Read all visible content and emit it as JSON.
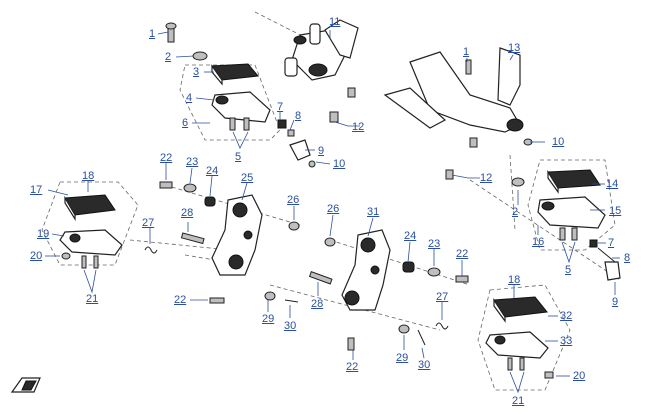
{
  "callouts": [
    {
      "id": "c1a",
      "text": "1"
    },
    {
      "id": "c2a",
      "text": "2"
    },
    {
      "id": "c3",
      "text": "3"
    },
    {
      "id": "c4",
      "text": "4"
    },
    {
      "id": "c6",
      "text": "6"
    },
    {
      "id": "c7a",
      "text": "7"
    },
    {
      "id": "c8a",
      "text": "8"
    },
    {
      "id": "c5a",
      "text": "5"
    },
    {
      "id": "c9a",
      "text": "9"
    },
    {
      "id": "c10a",
      "text": "10"
    },
    {
      "id": "c11",
      "text": "11"
    },
    {
      "id": "c12a",
      "text": "12"
    },
    {
      "id": "c1b",
      "text": "1"
    },
    {
      "id": "c13",
      "text": "13"
    },
    {
      "id": "c10b",
      "text": "10"
    },
    {
      "id": "c12b",
      "text": "12"
    },
    {
      "id": "c14",
      "text": "14"
    },
    {
      "id": "c2b",
      "text": "2"
    },
    {
      "id": "c15",
      "text": "15"
    },
    {
      "id": "c16",
      "text": "16"
    },
    {
      "id": "c7b",
      "text": "7"
    },
    {
      "id": "c8b",
      "text": "8"
    },
    {
      "id": "c5b",
      "text": "5"
    },
    {
      "id": "c9b",
      "text": "9"
    },
    {
      "id": "c17",
      "text": "17"
    },
    {
      "id": "c18a",
      "text": "18"
    },
    {
      "id": "c19",
      "text": "19"
    },
    {
      "id": "c20a",
      "text": "20"
    },
    {
      "id": "c21a",
      "text": "21"
    },
    {
      "id": "c22a",
      "text": "22"
    },
    {
      "id": "c23a",
      "text": "23"
    },
    {
      "id": "c24a",
      "text": "24"
    },
    {
      "id": "c25",
      "text": "25"
    },
    {
      "id": "c27a",
      "text": "27"
    },
    {
      "id": "c28a",
      "text": "28"
    },
    {
      "id": "c26a",
      "text": "26"
    },
    {
      "id": "c22b",
      "text": "22"
    },
    {
      "id": "c29a",
      "text": "29"
    },
    {
      "id": "c30a",
      "text": "30"
    },
    {
      "id": "c26b",
      "text": "26"
    },
    {
      "id": "c31",
      "text": "31"
    },
    {
      "id": "c24b",
      "text": "24"
    },
    {
      "id": "c23b",
      "text": "23"
    },
    {
      "id": "c22c",
      "text": "22"
    },
    {
      "id": "c28b",
      "text": "28"
    },
    {
      "id": "c27b",
      "text": "27"
    },
    {
      "id": "c18b",
      "text": "18"
    },
    {
      "id": "c32",
      "text": "32"
    },
    {
      "id": "c33",
      "text": "33"
    },
    {
      "id": "c22d",
      "text": "22"
    },
    {
      "id": "c29b",
      "text": "29"
    },
    {
      "id": "c30b",
      "text": "30"
    },
    {
      "id": "c20b",
      "text": "20"
    },
    {
      "id": "c21b",
      "text": "21"
    }
  ],
  "logo": {
    "name": "front-direction-arrow-icon"
  }
}
